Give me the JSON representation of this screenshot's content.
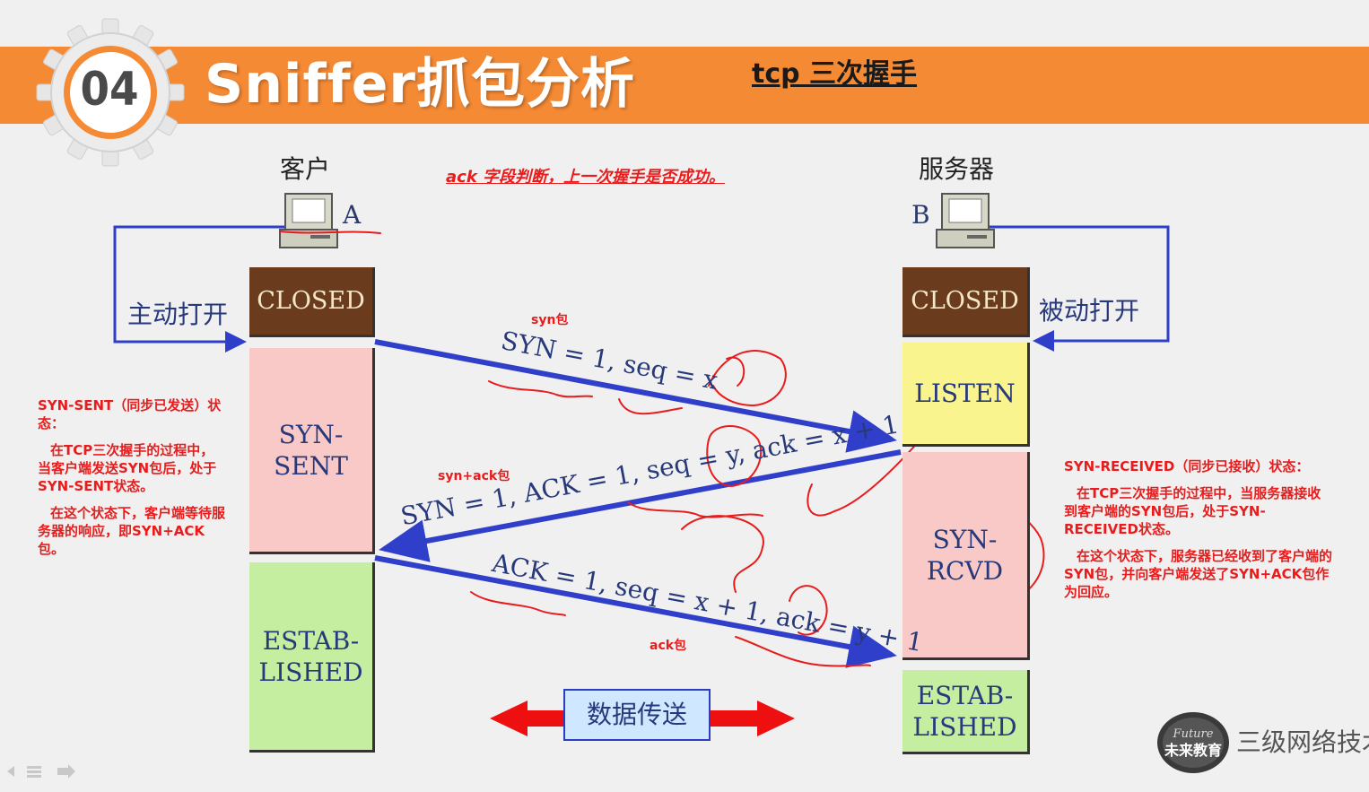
{
  "header": {
    "number": "04",
    "title": "Sniffer抓包分析",
    "subtitle": "tcp 三次握手"
  },
  "client": {
    "label": "客户",
    "letter": "A",
    "open_label": "主动打开",
    "states": [
      "CLOSED",
      "SYN-\nSENT",
      "ESTAB-\nLISHED"
    ]
  },
  "server": {
    "label": "服务器",
    "letter": "B",
    "open_label": "被动打开",
    "states": [
      "CLOSED",
      "LISTEN",
      "SYN-\nRCVD",
      "ESTAB-\nLISHED"
    ]
  },
  "messages": {
    "syn": "SYN = 1, seq = x",
    "synack": "SYN = 1, ACK = 1, seq = y, ack = x + 1",
    "ack": "ACK = 1, seq = x + 1, ack = y + 1"
  },
  "packet_notes": {
    "syn": "syn包",
    "synack": "syn+ack包",
    "ack": "ack包"
  },
  "ack_note": "ack 字段判断，上一次握手是否成功。",
  "left_note": {
    "p1": "SYN-SENT（同步已发送）状态：",
    "p2": "在TCP三次握手的过程中，当客户端发送SYN包后，处于SYN-SENT状态。",
    "p3": "在这个状态下，客户端等待服务器的响应，即SYN+ACK包。"
  },
  "right_note": {
    "p1": "SYN-RECEIVED（同步已接收）状态：",
    "p2": "在TCP三次握手的过程中，当服务器接收到客户端的SYN包后，处于SYN-RECEIVED状态。",
    "p3": "在这个状态下，服务器已经收到了客户端的SYN包，并向客户端发送了SYN+ACK包作为回应。"
  },
  "data_transfer": "数据传送",
  "watermark": {
    "logo_text": "未来教育",
    "logo_script": "Future",
    "brand": "三级网络技术"
  },
  "colors": {
    "banner": "#f58a35",
    "arrow": "#2f3fc9",
    "annotation": "#e81c1c",
    "closed": "#6b3b1e",
    "syn_state": "#f8c9c6",
    "established": "#c6eea0",
    "listen": "#f9f48e"
  }
}
